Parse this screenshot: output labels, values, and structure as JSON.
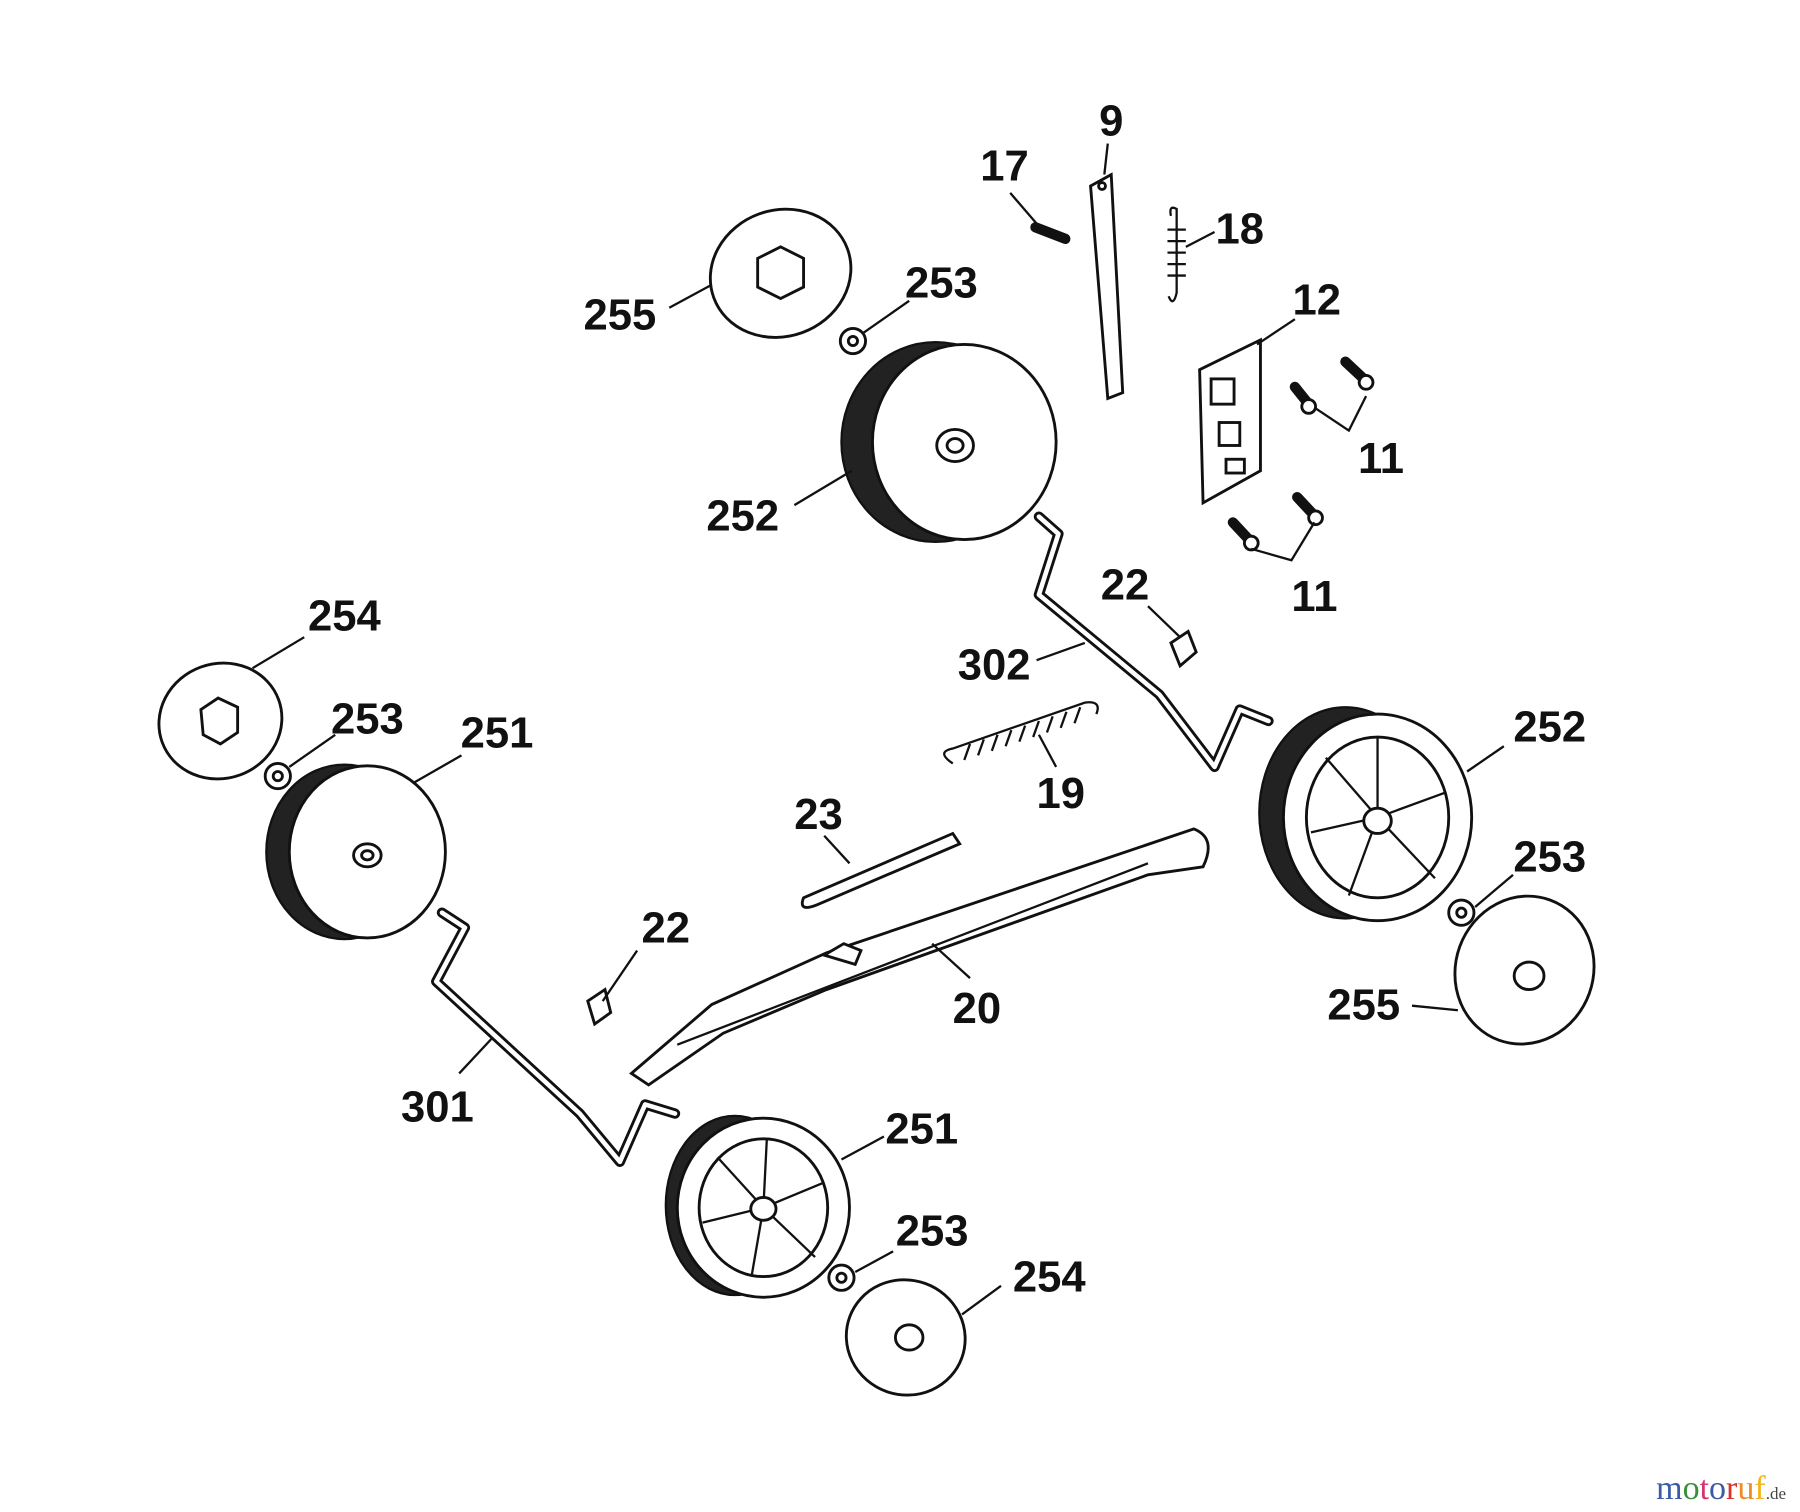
{
  "diagram": {
    "labels": [
      "9",
      "17",
      "18",
      "255",
      "253",
      "12",
      "11",
      "252",
      "11",
      "22",
      "254",
      "302",
      "253",
      "251",
      "252",
      "19",
      "23",
      "253",
      "22",
      "20",
      "255",
      "301",
      "251",
      "253",
      "254"
    ]
  },
  "watermark": {
    "letters": [
      "m",
      "o",
      "t",
      "o",
      "r",
      "u",
      "f"
    ],
    "letter_colors": [
      "#3b5ba5",
      "#3b8f3b",
      "#d6336c",
      "#3b5ba5",
      "#d9302c",
      "#f08a24",
      "#f2b418"
    ],
    "suffix": ".de"
  }
}
